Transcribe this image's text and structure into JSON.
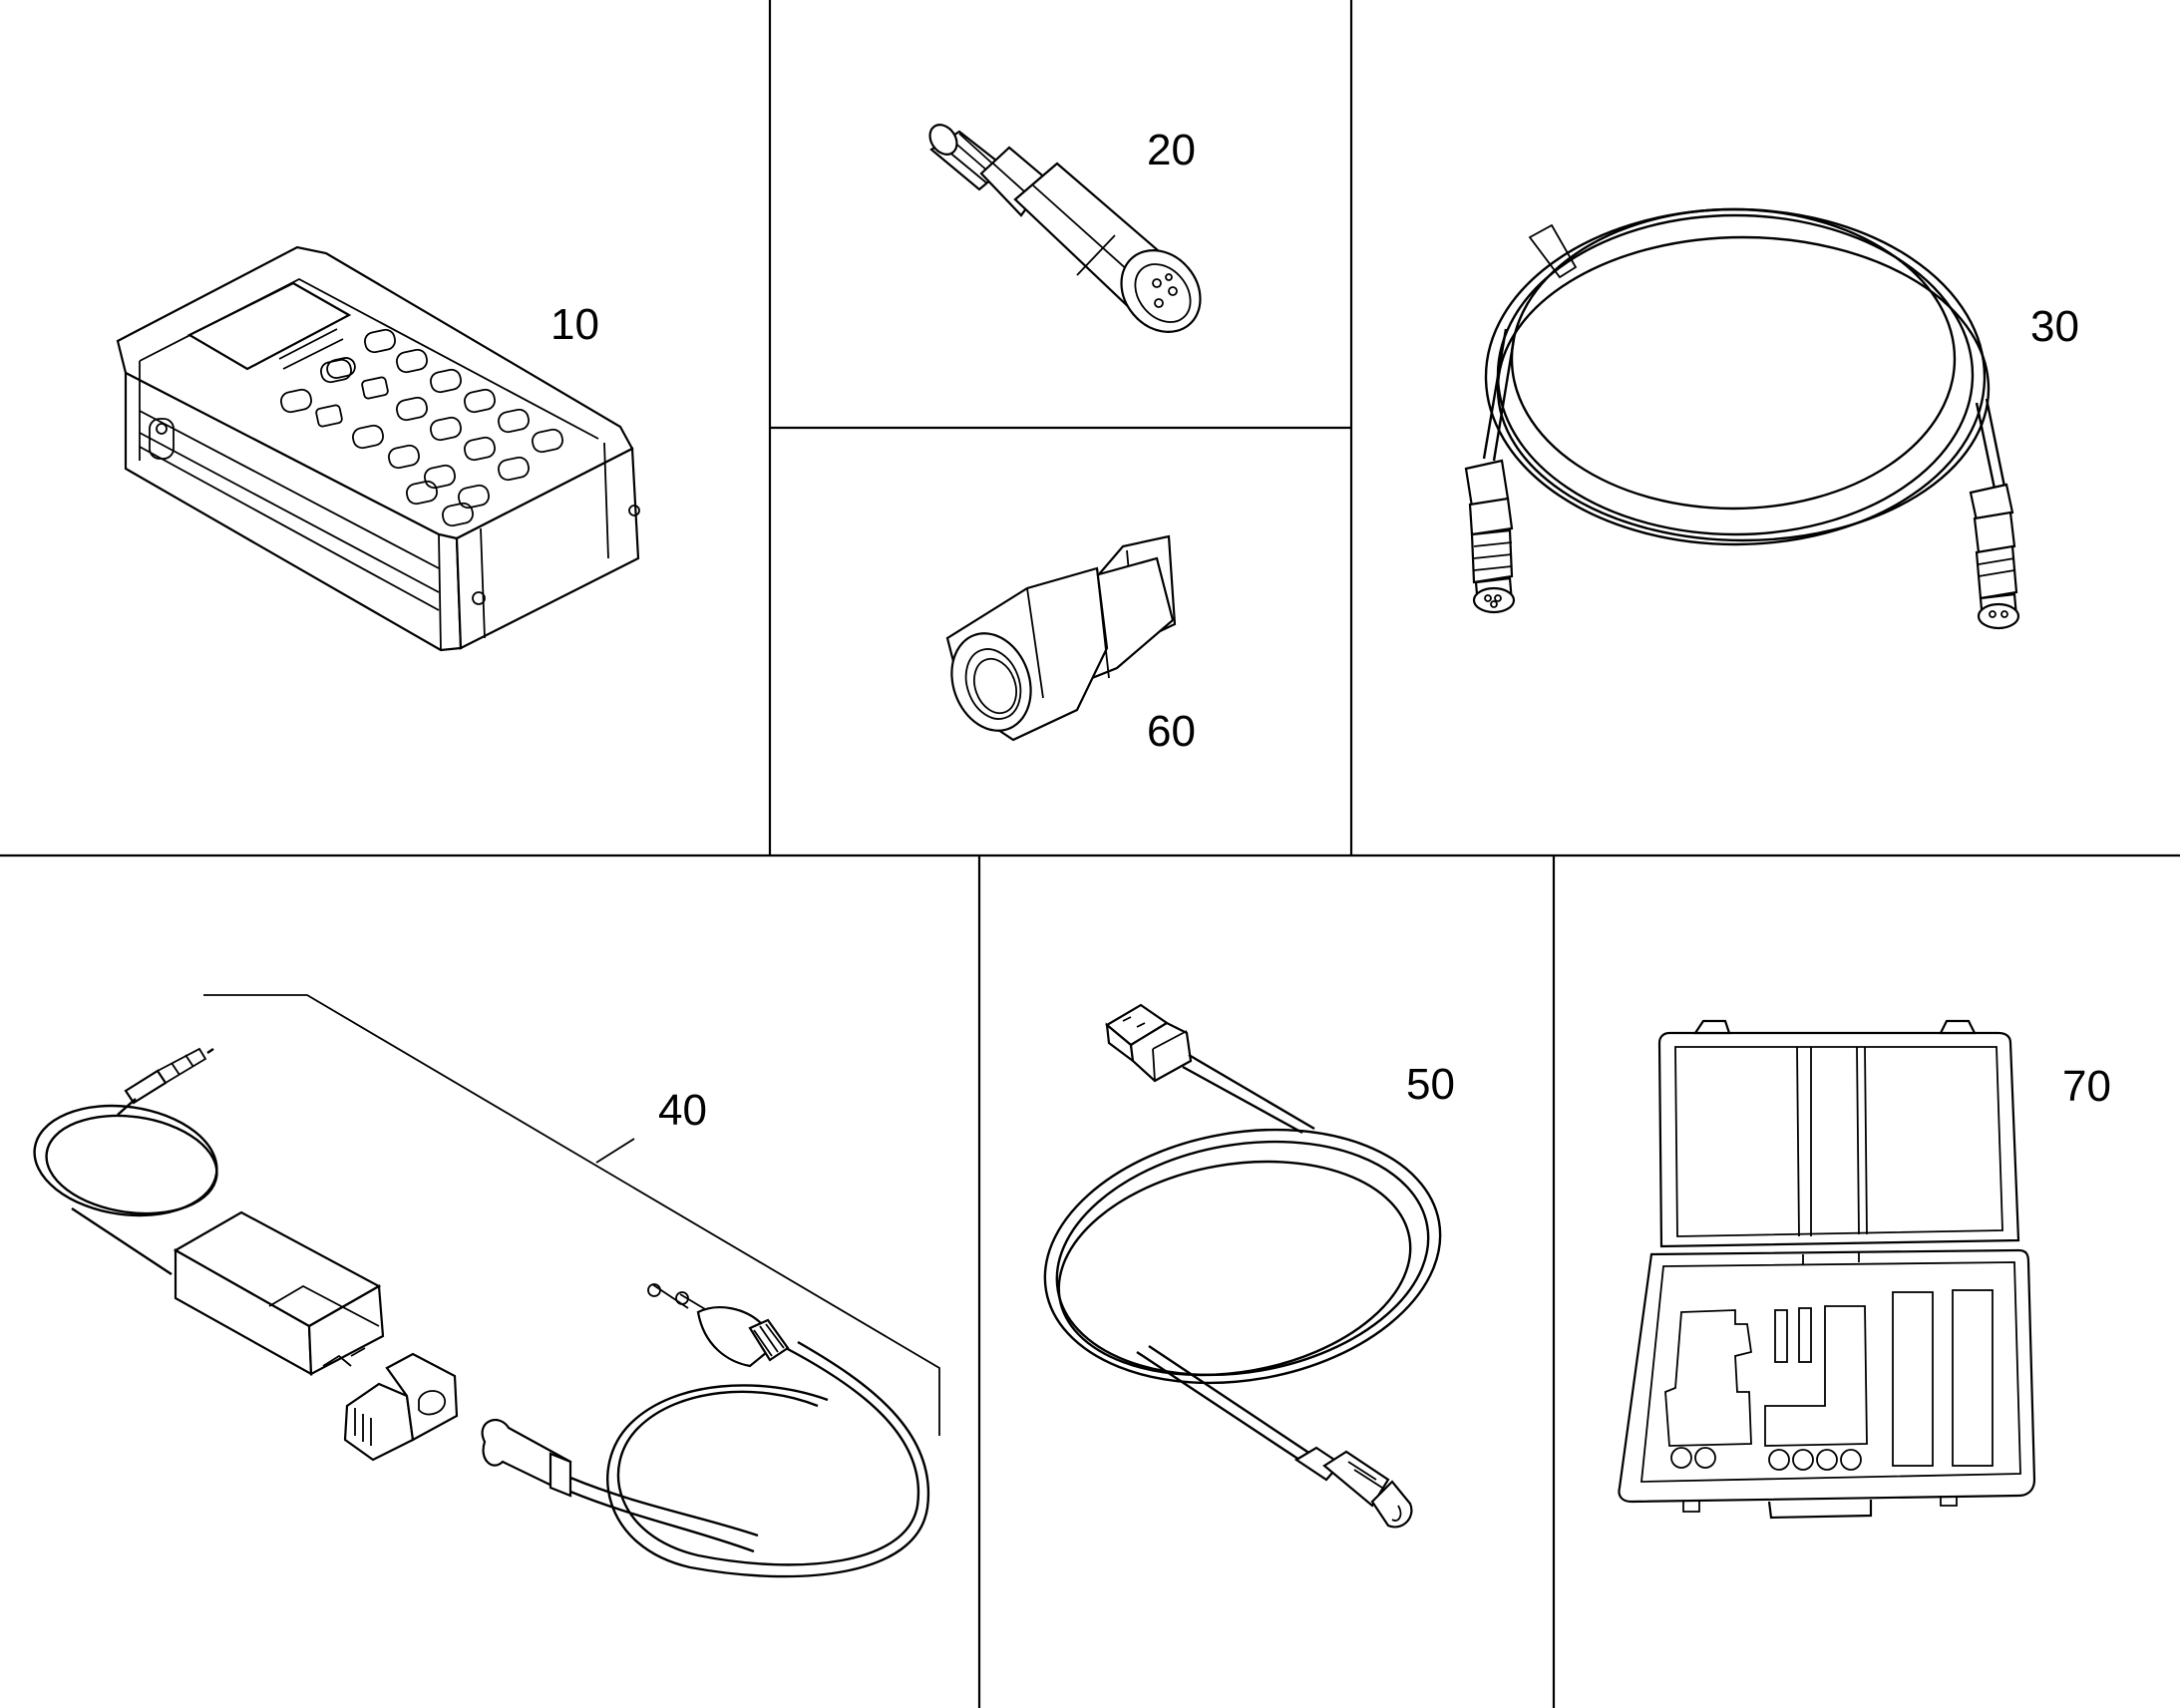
{
  "parts": [
    {
      "id": "part-10",
      "label": "10",
      "item": "handheld-meter"
    },
    {
      "id": "part-20",
      "label": "20",
      "item": "pressure-sensor"
    },
    {
      "id": "part-30",
      "label": "30",
      "item": "sensor-cable"
    },
    {
      "id": "part-40",
      "label": "40",
      "item": "power-supply-kit"
    },
    {
      "id": "part-50",
      "label": "50",
      "item": "usb-cable"
    },
    {
      "id": "part-60",
      "label": "60",
      "item": "adapter-fitting"
    },
    {
      "id": "part-70",
      "label": "70",
      "item": "carry-case"
    }
  ]
}
